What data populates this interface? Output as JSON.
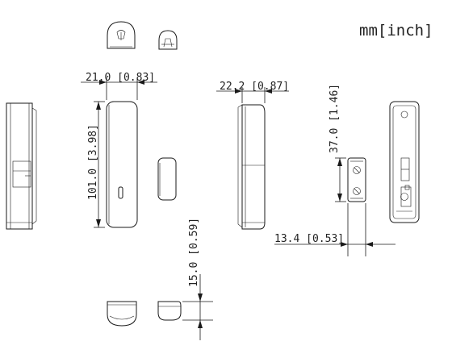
{
  "unit_label": "mm[inch]",
  "dimensions": {
    "top_width": "21.0  [0.83]",
    "top_height": "101.0  [3.98]",
    "side_width": "22.2  [0.87]",
    "magnet_height": "37.0  [1.46]",
    "magnet_width": "13.4  [0.53]",
    "magnet_thickness": "15.0  [0.59]"
  },
  "colors": {
    "line": "#1a1a1a",
    "text": "#222222",
    "background": "#ffffff"
  }
}
